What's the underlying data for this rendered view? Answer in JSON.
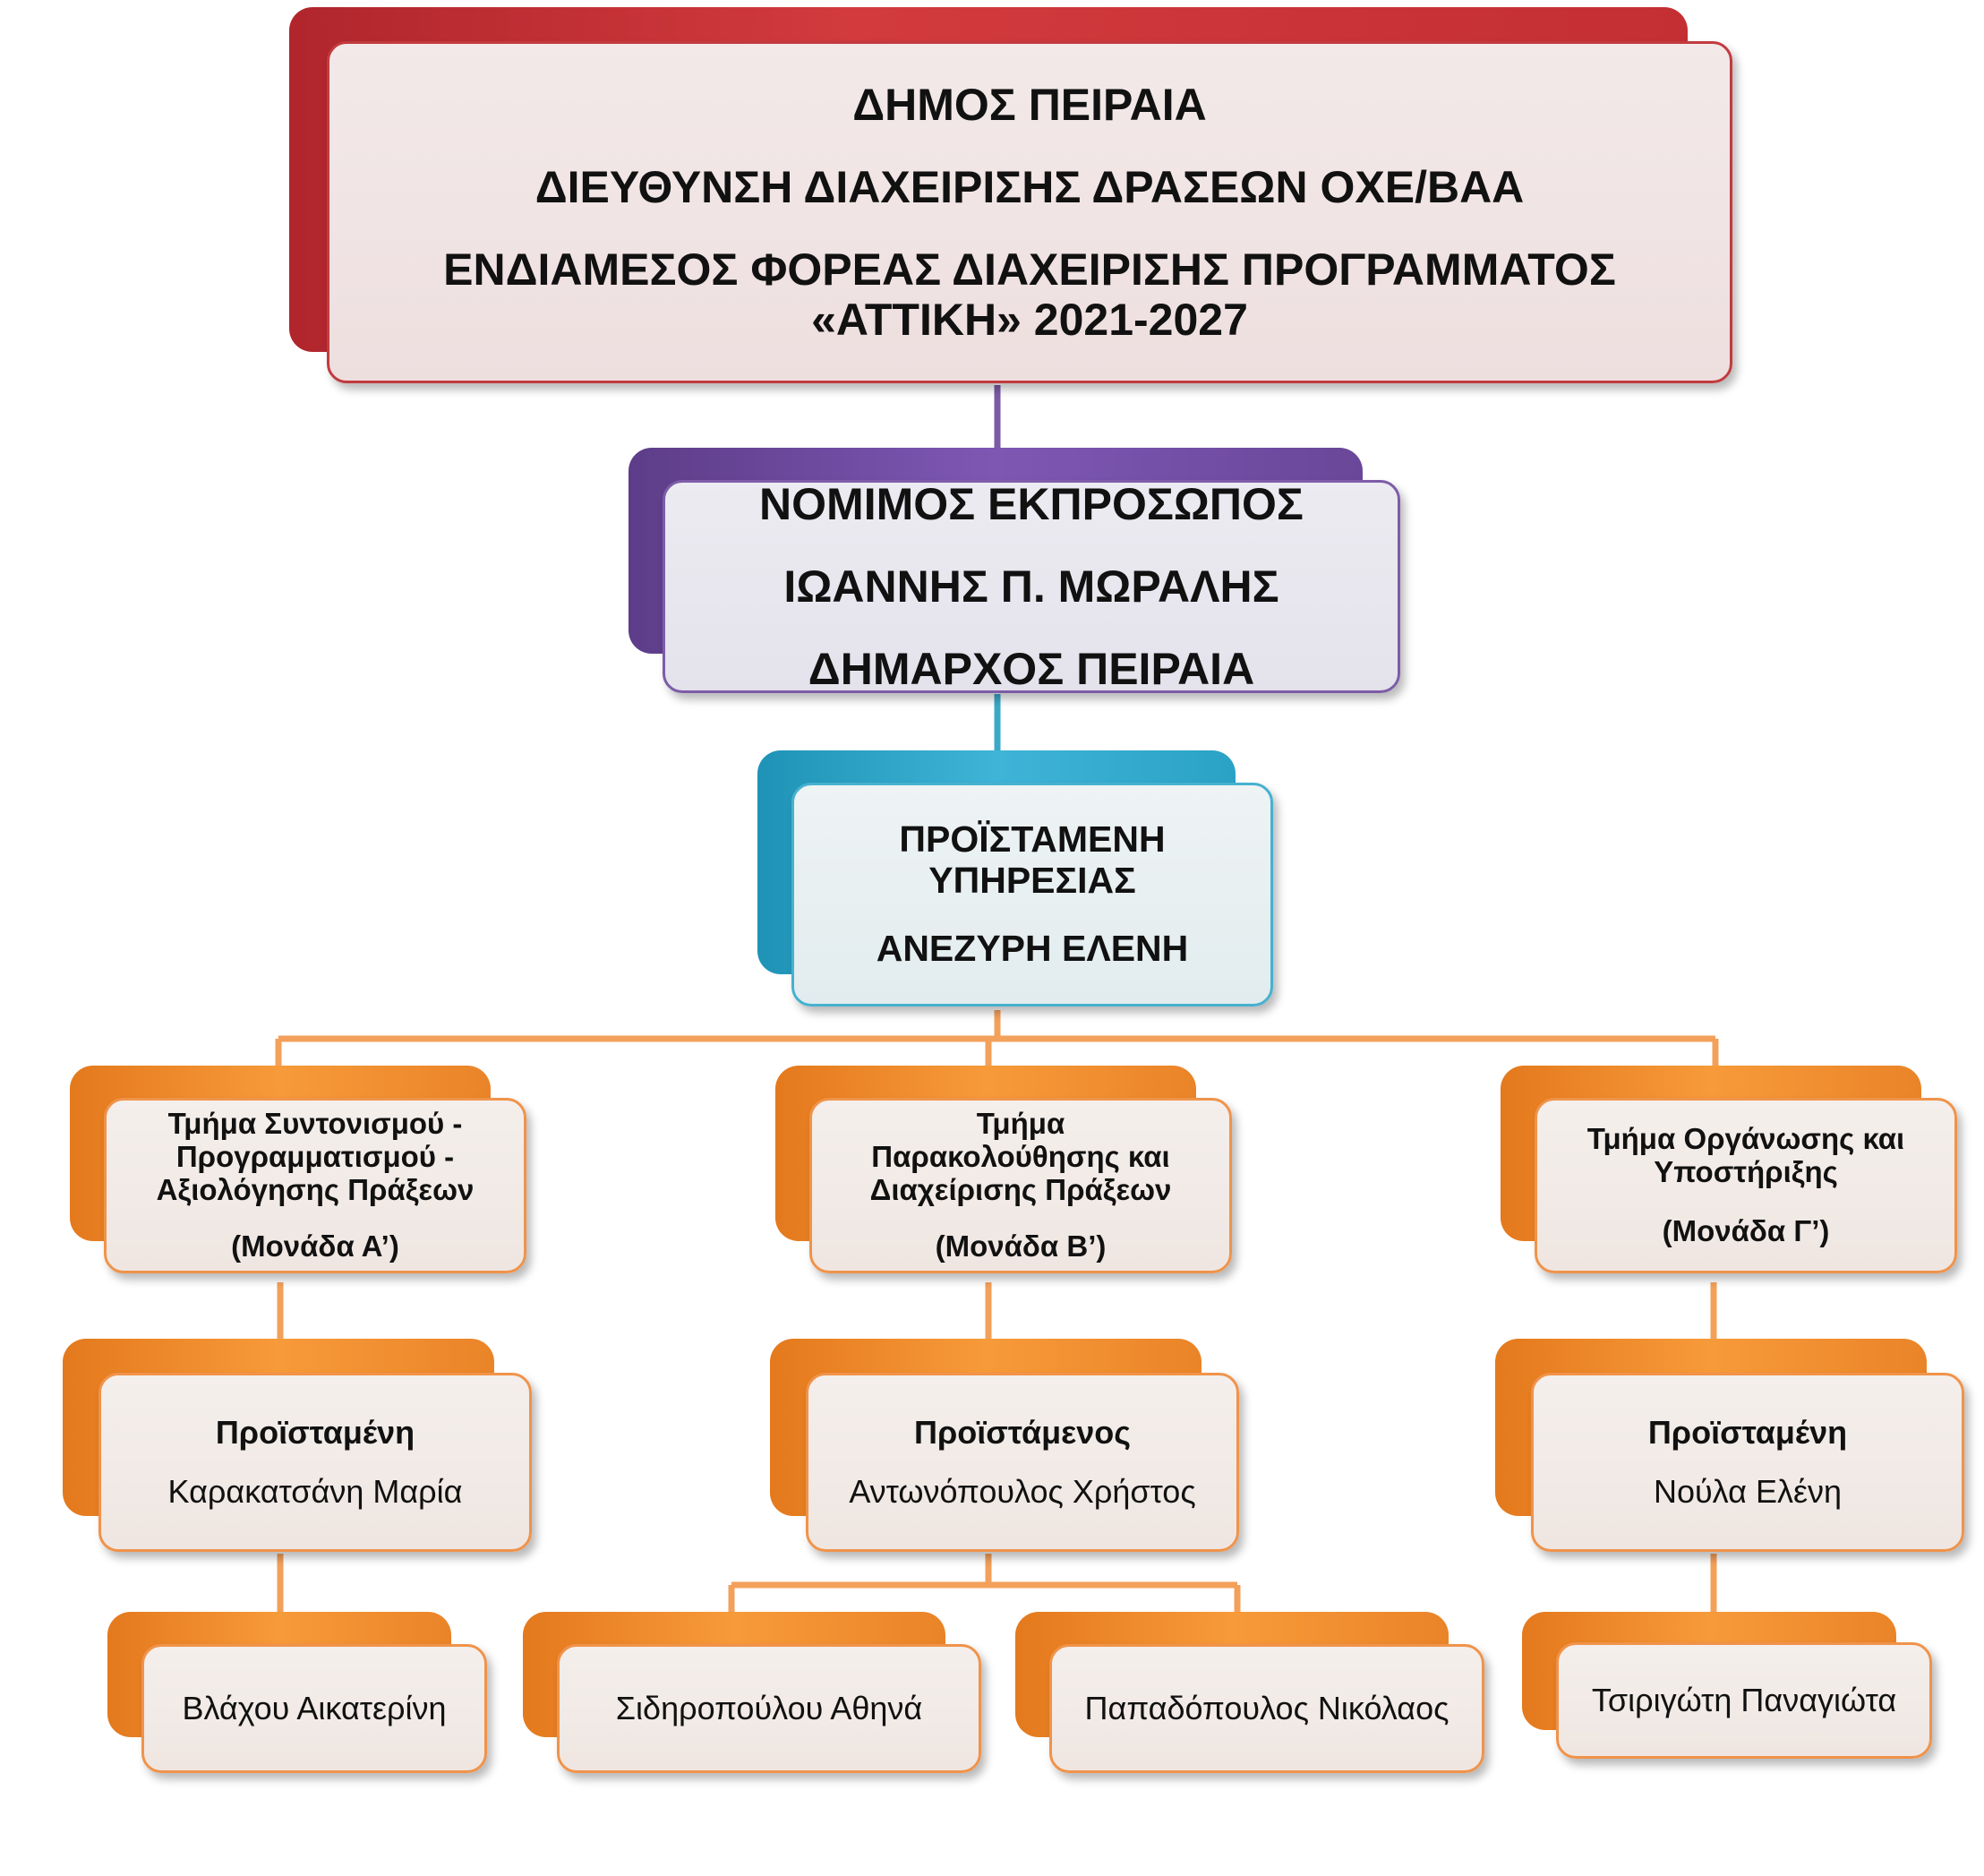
{
  "top": {
    "line1": "ΔΗΜΟΣ ΠΕΙΡΑΙΑ",
    "line2": "ΔΙΕΥΘΥΝΣΗ ΔΙΑΧΕΙΡΙΣΗΣ ΔΡΑΣΕΩΝ ΟΧΕ/ΒΑΑ",
    "line3": "ΕΝΔΙΑΜΕΣΟΣ ΦΟΡΕΑΣ ΔΙΑΧΕΙΡΙΣΗΣ ΠΡΟΓΡΑΜΜΑΤΟΣ",
    "line4": "«ΑΤΤΙΚΗ» 2021-2027"
  },
  "representative": {
    "role": "ΝΟΜΙΜΟΣ ΕΚΠΡΟΣΩΠΟΣ",
    "name": "ΙΩΑΝΝΗΣ Π. ΜΩΡΑΛΗΣ",
    "title": "ΔΗΜΑΡΧΟΣ ΠΕΙΡΑΙΑ"
  },
  "head": {
    "role_line1": "ΠΡΟΪΣΤΑΜΕΝΗ",
    "role_line2": "ΥΠΗΡΕΣΙΑΣ",
    "name": "ΑΝΕΖΥΡΗ ΕΛΕΝΗ"
  },
  "departments": [
    {
      "lines": [
        "Τμήμα Συντονισμού -",
        "Προγραμματισμού -",
        "Αξιολόγησης  Πράξεων"
      ],
      "unit": "(Μονάδα Α’)",
      "manager_title": "Προϊσταμένη",
      "manager_name": "Καρακατσάνη Μαρία",
      "staff": [
        "Βλάχου Αικατερίνη"
      ]
    },
    {
      "lines": [
        "Τμήμα",
        "Παρακολούθησης και",
        "Διαχείρισης Πράξεων"
      ],
      "unit": "(Μονάδα Β’)",
      "manager_title": "Προϊστάμενος",
      "manager_name": "Αντωνόπουλος Χρήστος",
      "staff": [
        "Σιδηροπούλου Αθηνά",
        "Παπαδόπουλος Νικόλαος"
      ]
    },
    {
      "lines": [
        "Τμήμα Οργάνωσης και",
        "Υποστήριξης"
      ],
      "unit": "(Μονάδα Γ’)",
      "manager_title": "Προϊσταμένη",
      "manager_name": "Νούλα Ελένη",
      "staff": [
        "Τσιριγώτη Παναγιώτα"
      ]
    }
  ],
  "colors": {
    "top": "#c23b3f",
    "representative": "#7d5ca8",
    "head": "#46b1cf",
    "departments": "#f0934a"
  }
}
